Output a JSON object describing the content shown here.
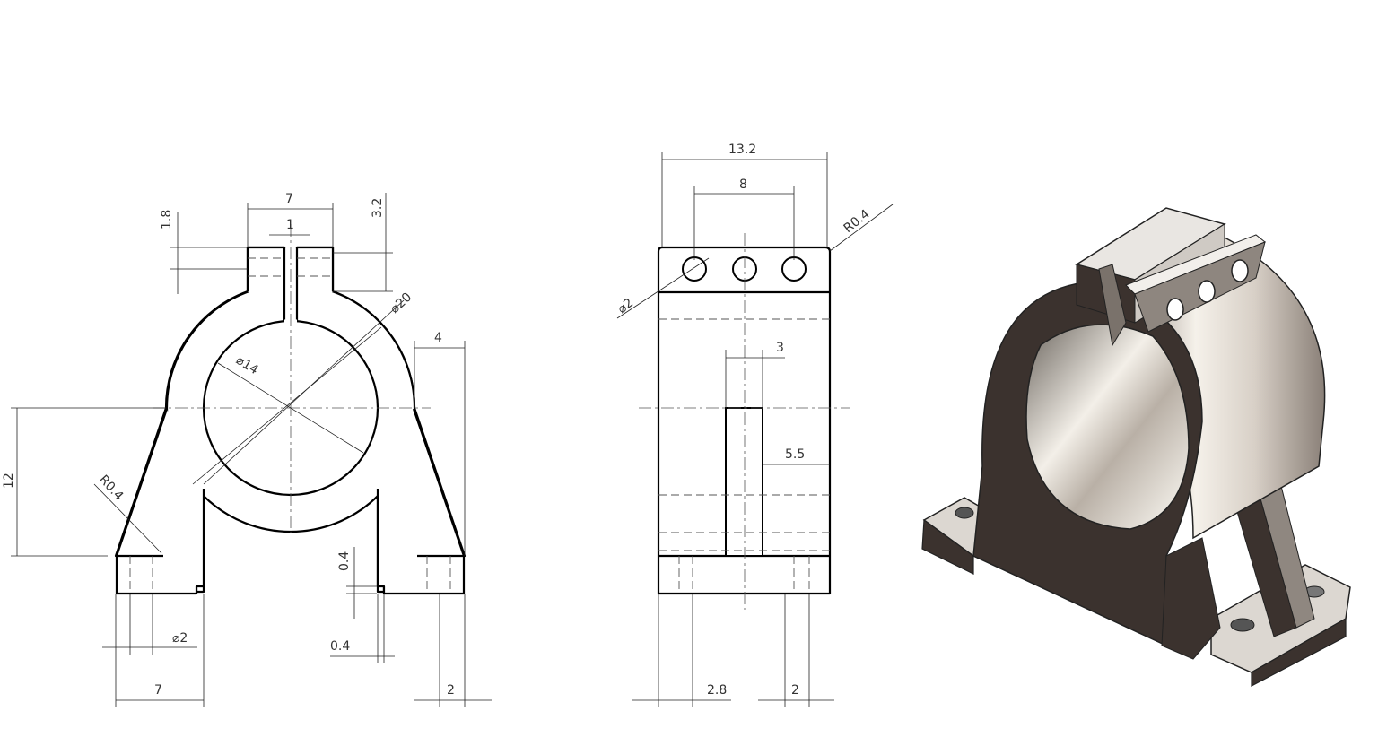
{
  "colors": {
    "line": "#000000",
    "dimension": "#333333",
    "metal_dark": "#3b322e",
    "metal_light": "#e8e4df",
    "background": "#ffffff"
  },
  "front_view": {
    "dims": {
      "top_width": "7",
      "slot_width": "1",
      "ear_height": "1.8",
      "ear_total": "3.2",
      "outer_dia": "⌀20",
      "inner_dia": "⌀14",
      "foot_width": "4",
      "height": "12",
      "fillet": "R0.4",
      "hole_dia": "⌀2",
      "base_width": "7",
      "step_h": "0.4",
      "step_w": "0.4",
      "foot_end": "2"
    }
  },
  "side_view": {
    "dims": {
      "total_width": "13.2",
      "hole_span": "8",
      "corner": "R0.4",
      "hole_dia": "⌀2",
      "slot_width": "3",
      "slot_offset": "5.5",
      "base_hole_offset": "2.8",
      "base_end": "2"
    }
  },
  "iso_view": {
    "icon": "isometric-render-icon"
  }
}
